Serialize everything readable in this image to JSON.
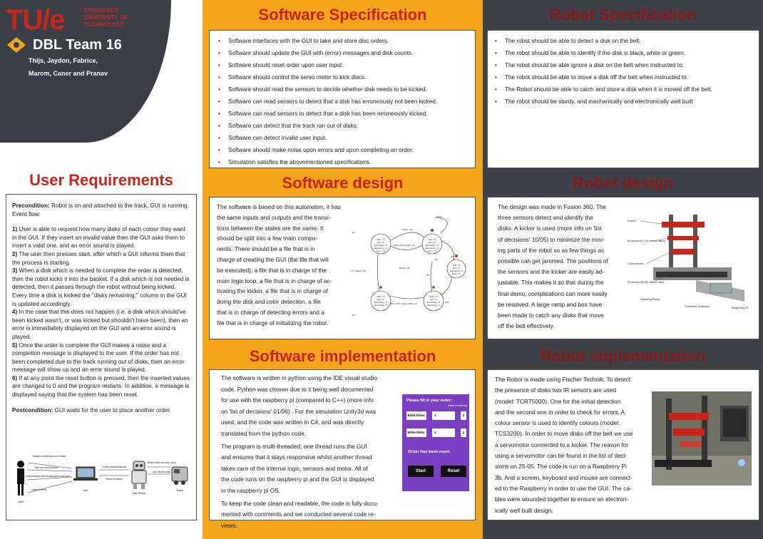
{
  "header": {
    "logo_text": "TU/e",
    "university": [
      "EINDHOVEN",
      "UNIVERSITY OF",
      "TECHNOLOGY"
    ],
    "team_title": "DBL Team 16",
    "members_line1": "Thijs, Jaydon, Fabrice,",
    "members_line2": "Marom, Caner and Pranav"
  },
  "user_requirements": {
    "title": "User Requirements",
    "precondition_label": "Precondition:",
    "precondition_text": " Robot is on and attached to the track, GUI is running. Event flow:",
    "items": [
      {
        "num": "1)",
        "text": " User is able to request how many disks of each colour they want in the GUI. If they insert an invalid value then the GUI asks them to insert a valid one, and an error sound is played."
      },
      {
        "num": "2)",
        "text": " The user then presses start, after which a GUI informs them that the process is starting."
      },
      {
        "num": "3)",
        "text": " When a disk which is needed to complete the order is detected, then the robot kicks it into the basket. If a disk which is not needed is detected, then it passes through the robot without being kicked. Every time a disk is kicked the \"disks remaining:\" column in the GUI is updated accordingly."
      },
      {
        "num": "4)",
        "text": " In the case that this does not happen (i.e. a disk which should've been kicked wasn't, or was kicked but shouldn't have been), then an error is immediately displayed on the GUI and an error sound is played."
      },
      {
        "num": "5)",
        "text": " Once the order is complete the GUI makes a noise and a completion message is displayed to the user. If the order has not been completed due to the track running out of disks, then an error message will show up and an error sound is played."
      },
      {
        "num": "6)",
        "text": " If at any point the reset button is pressed, then the inserted values are changed to 0 and the program restarts. In addition, a message is displayed saying that the system has been reset."
      }
    ],
    "postcondition_label": "Postcondition:",
    "postcondition_text": " GUI waits for the user to place another order.",
    "diagram": {
      "actors": [
        "User",
        "GUI",
        "Our Robot",
        "Track"
      ],
      "arrows": [
        "Request desired amount of disks",
        "Start and reset process",
        "Show order progress both visually and using audio",
        "Inform of errors",
        "Communicates requests",
        "Sends feedback",
        "Detect disks and their colour",
        "kick desired disks"
      ]
    }
  },
  "software_spec": {
    "title": "Software Specification",
    "items": [
      "Software interfaces with the GUI to take and store disc orders.",
      "Software should update the GUI with (error) messages and disk counts.",
      " Software should reset order upon user input.",
      "Software should control the servo motor to kick discs.",
      " Software should read the sensors to decide whether disk needs to be kicked.",
      "Software can read sensors to detect that a disk has erroneously not been kicked.",
      "Software can read sensors to detect that a disk has been erroneously kicked.",
      " Software can detect that the track ran out of disks.",
      "Software can detect invalid user input.",
      "Software should make noise upon errors and upon completing an order.",
      "Simulation satisfies the abovementioned specifications."
    ]
  },
  "software_design": {
    "title": "Software design",
    "text_lines": [
      "The software is based on this automaton, it has",
      "the same inputs and outputs and the transi-",
      "tions between the states are the same. It",
      "should be split into a few main compo-",
      "nents. There should be a file that is in",
      "charge of creating the GUI (the file that will",
      "be executed), a file that is in charge of the",
      "main logic loop, a file that is in charge of ac-",
      "tivating the kicker, a file that is in charge of",
      "doing the disk and color detection, a file",
      "that is in charge of detecting errors and a",
      "file that is in charge of initializing the robot."
    ],
    "automaton": {
      "state_text": [
        "Run = 0",
        "Ext = 0",
        "Extending = 0",
        "Retracting = 0",
        "Error = 0"
      ],
      "labels": [
        "Power",
        "Reset / Off",
        "On",
        "(Wk = 0)/(numWk > 0)",
        "Reset / Off",
        "Off",
        "Off",
        "OT",
        "OT / Reset / Off",
        "RT = (Wk = 0)/(numWk > 0)",
        "Kick",
        "Run",
        "Retract",
        "Err"
      ]
    }
  },
  "software_impl": {
    "title": "Software implementation",
    "p1_lines": [
      "The software is written  in python using the IDE visual studio",
      "code. Python was chosen due to it being well documented",
      "for use with the raspberry pi (compared to C++) (more info",
      "on 'list of decisions' 01/06) . For the simulation Unity3d was",
      "used, and the code was written in C#, and was directly",
      "translated from the python code."
    ],
    "p2_lines": [
      "The program is  multi-threaded, one thread runs the GUI",
      "and ensures that it stays responsive whilst  another thread",
      "takes care of the internal logic, sensors and motor.  All of",
      "the code runs on the raspberry pi and the GUI is displayed",
      "in the raspberry pi OS."
    ],
    "p3_lines": [
      "To keep the code clean and readable, the code is fully docu-",
      "mented with comments and we conducted several code re-",
      "views."
    ],
    "gui": {
      "header": "Please fill in your order:",
      "disks_remaining": "Disks remaining",
      "black_label": "Black Disks:",
      "white_label": "White Disks:",
      "black_value": "1",
      "white_value": "1",
      "black_remaining": "1",
      "white_remaining": "1",
      "status": "Order has been reset.",
      "start": "Start",
      "reset": "Reset",
      "bg_color": "#7b3fc4"
    }
  },
  "robot_spec": {
    "title": "Robot Specification",
    "items": [
      "The robot should be able to detect a disk on the belt.",
      "The robot should be able to identify if the disk is black, white or green.",
      "The robot should be able ignore a disk on the belt when instructed to.",
      "The robot should be able to move a disk off the belt when instructed to.",
      "The Robot should be able to catch and store a disk when it is moved off the belt.",
      "The robot should be sturdy, and mechanically and electronically well built"
    ]
  },
  "robot_design": {
    "title": "Robot design",
    "text_lines": [
      "The design was made in Fusion 360. The",
      "three sensors detect and identify the",
      "disks. A kicker is used (more info on 'list",
      "of decisions' 10/05) to minimize the mov-",
      "ing parts of the robot so as few things as",
      "possible can get jammed. The positions of",
      "the sensors and the kicker are easily ad-",
      "justable. This makes it so that during the",
      "final demo, complications can more easily",
      "be resolved. A large ramp and box have",
      "been made to catch any disks that move",
      "off the belt effectively."
    ],
    "model_labels": [
      "Kicker",
      "IR sensor #1 (To detect disks)",
      "Color sensor",
      "IR sensor #2 (To detect disk)",
      "Catching Ramp",
      "Container (Catcher)",
      "Raspberry Pi"
    ]
  },
  "robot_impl": {
    "title": "Robot implementation",
    "text_lines": [
      "The Robot is made using Fischer Technik. To detect",
      "the presence of disks two IR sensors are used",
      "(model: TCRT5000). One for the initial detection",
      "and the second one in order to check for errors. A",
      "colour sensor is used to identify colours (model:",
      "TCS3200). In order to move disks off the belt we use",
      "a servomotor connected to a kicker. The reason for",
      "using a servomotor can be found in the list of deci-",
      "sions on 25-05. The code is run on a Raspberry Pi",
      "3b. And a screen, keyboard and mouse are connect-",
      "ed to the Raspberry in order to use the GUI. The ca-",
      "bles were wounded together to ensure an electron-",
      "ically well built design."
    ]
  },
  "colors": {
    "accent_red": "#c8241a",
    "orange": "#f2a51a",
    "dark": "#3d4249"
  }
}
